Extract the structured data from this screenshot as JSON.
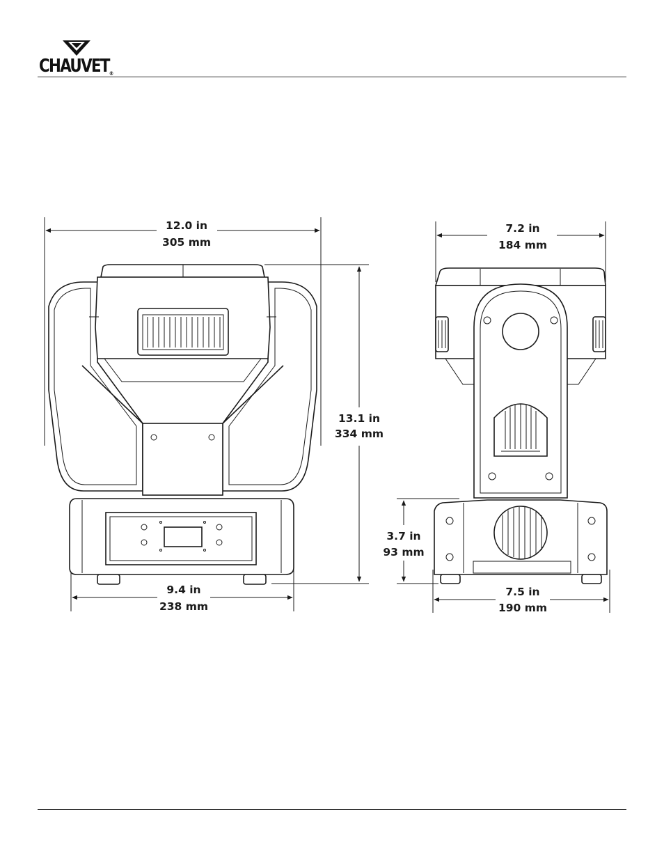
{
  "brand": {
    "name": "CHAUVET",
    "registered": "®"
  },
  "front_view": {
    "width": {
      "imperial": "12.0 in",
      "metric": "305 mm"
    },
    "base_width": {
      "imperial": "9.4 in",
      "metric": "238 mm"
    },
    "height": {
      "imperial": "13.1 in",
      "metric": "334 mm"
    }
  },
  "side_view": {
    "width": {
      "imperial": "7.2 in",
      "metric": "184 mm"
    },
    "base_width": {
      "imperial": "7.5 in",
      "metric": "190 mm"
    },
    "base_height": {
      "imperial": "3.7 in",
      "metric": "93 mm"
    }
  }
}
